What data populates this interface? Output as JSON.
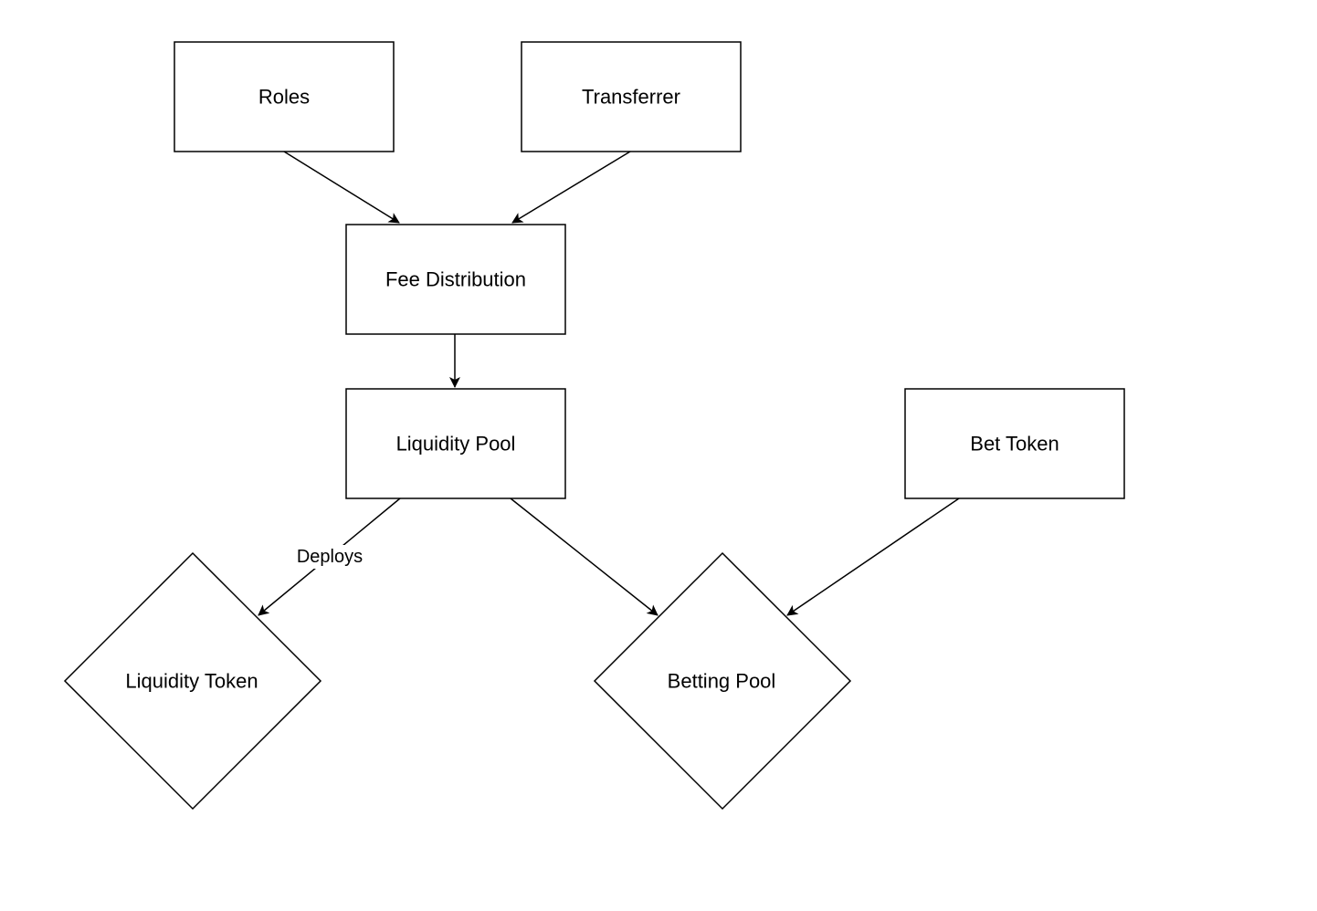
{
  "diagram": {
    "nodes": {
      "roles": {
        "label": "Roles",
        "shape": "rectangle"
      },
      "transferrer": {
        "label": "Transferrer",
        "shape": "rectangle"
      },
      "fee_distribution": {
        "label": "Fee Distribution",
        "shape": "rectangle"
      },
      "liquidity_pool": {
        "label": "Liquidity Pool",
        "shape": "rectangle"
      },
      "bet_token": {
        "label": "Bet Token",
        "shape": "rectangle"
      },
      "liquidity_token": {
        "label": "Liquidity Token",
        "shape": "diamond"
      },
      "betting_pool": {
        "label": "Betting Pool",
        "shape": "diamond"
      }
    },
    "edges": [
      {
        "from": "roles",
        "to": "fee_distribution",
        "label": ""
      },
      {
        "from": "transferrer",
        "to": "fee_distribution",
        "label": ""
      },
      {
        "from": "fee_distribution",
        "to": "liquidity_pool",
        "label": ""
      },
      {
        "from": "liquidity_pool",
        "to": "liquidity_token",
        "label": "Deploys"
      },
      {
        "from": "liquidity_pool",
        "to": "betting_pool",
        "label": ""
      },
      {
        "from": "bet_token",
        "to": "betting_pool",
        "label": ""
      }
    ],
    "colors": {
      "stroke": "#000000",
      "fill": "#ffffff",
      "text": "#000000"
    }
  }
}
